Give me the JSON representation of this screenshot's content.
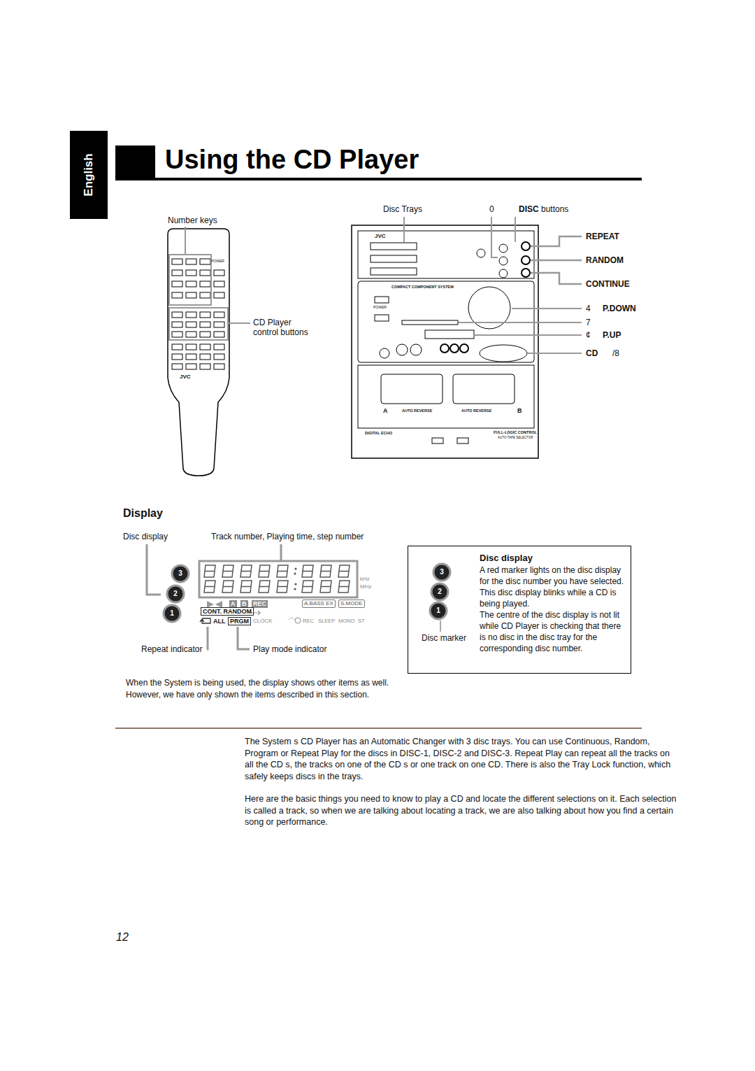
{
  "diagram": {
    "title": "Using the CD Player",
    "nodes": [
      {
        "text": [
          "English"
        ]
      },
      {
        "text": [
          "Disc display",
          "A red marker lights on the disc display for the disc number you have selected. This disc display blinks while a CD is being played.",
          "The centre of the disc display is not lit while CD Player is checking that there is no disc in the disc tray for the corresponding disc number."
        ]
      },
      {
        "text": [
          "A"
        ]
      },
      {
        "text": [
          "B"
        ]
      },
      {
        "text": [
          "REC"
        ]
      },
      {
        "text": [
          "A.BASS EX"
        ]
      },
      {
        "text": [
          "S.MODE"
        ]
      },
      {
        "text": [
          "CONT. RANDOM"
        ]
      },
      {
        "text": [
          "PRGM"
        ]
      }
    ],
    "labels": [
      "Number keys",
      "Disc Trays",
      "0",
      "DISC",
      "buttons",
      "REPEAT",
      "RANDOM",
      "CONTINUE",
      "4",
      "P.DOWN",
      "7",
      "¢",
      "P.UP",
      "CD",
      "/8",
      "CD Player control buttons",
      "Display",
      "Disc display",
      "Track number, Playing time, step number",
      "Repeat indicator",
      "Play mode indicator",
      "When the System is being used, the display shows other items as well.",
      "However, we have only shown the items described in this section.",
      "The System s CD Player has an Automatic Changer with 3 disc trays. You can use Continuous, Random, Program or Repeat Play for the discs in DISC-1, DISC-2 and DISC-3. Repeat Play can repeat all the tracks on all the CD s, the tracks on one of the CD s or one track on one CD. There is also the Tray Lock function, which safely keeps discs in the trays.",
      "Here are the basic things you need to know to play a CD and locate the different selections on it. Each selection is called a track, so when we are talking about locating a track, we are also talking about how you find a certain song or performance.",
      "12",
      "kHz",
      "MHz",
      "ALL",
      "CLOCK",
      "REC",
      "SLEEP",
      "MONO",
      "ST",
      "3",
      "2",
      "1",
      "3",
      "2",
      "1",
      "Disc marker",
      "JVC",
      "POWER",
      "JVC",
      "COMPACT COMPONENT SYSTEM",
      "POWER",
      "A",
      "AUTO REVERSE",
      "AUTO REVERSE",
      "B",
      "DIGITAL ECHO",
      "FULL-LOGIC CONTROL",
      "AUTO TAPE SELECTOR"
    ]
  }
}
